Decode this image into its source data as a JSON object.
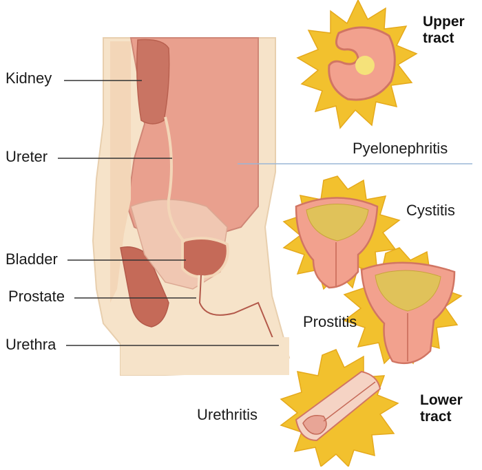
{
  "anatomy_labels": {
    "kidney": "Kidney",
    "ureter": "Ureter",
    "bladder": "Bladder",
    "prostate": "Prostate",
    "urethra": "Urethra"
  },
  "conditions": {
    "pyelonephritis": "Pyelonephritis",
    "cystitis": "Cystitis",
    "prostitis": "Prostitis",
    "urethritis": "Urethritis"
  },
  "regions": {
    "upper_line1": "Upper",
    "upper_line2": "tract",
    "lower_line1": "Lower",
    "lower_line2": "tract"
  },
  "colors": {
    "tissue": "#e9a08e",
    "tissue_dark": "#c56a58",
    "skin": "#f6e3c9",
    "burst": "#f2c12e",
    "infection": "#e0c25a",
    "divider": "#9ab6d6"
  }
}
